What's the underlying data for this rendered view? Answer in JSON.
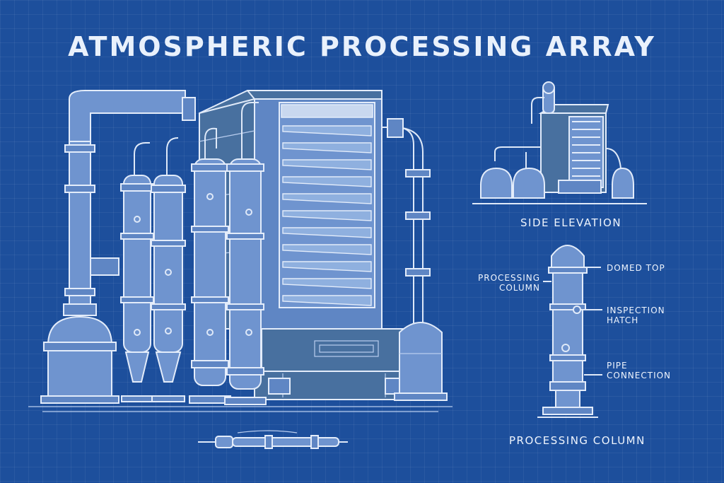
{
  "title": "ATMOSPHERIC PROCESSING ARRAY",
  "views": {
    "side_elevation": "SIDE ELEVATION",
    "processing_column": "PROCESSING COLUMN"
  },
  "callouts": {
    "processing_column": "PROCESSING\nCOLUMN",
    "domed_top": "DOMED TOP",
    "inspection_hatch": "INSPECTION\nHATCH",
    "pipe_connection": "PIPE\nCONNECTION"
  },
  "colors": {
    "background": "#1d4f9c",
    "line": "#dfe9f8"
  }
}
